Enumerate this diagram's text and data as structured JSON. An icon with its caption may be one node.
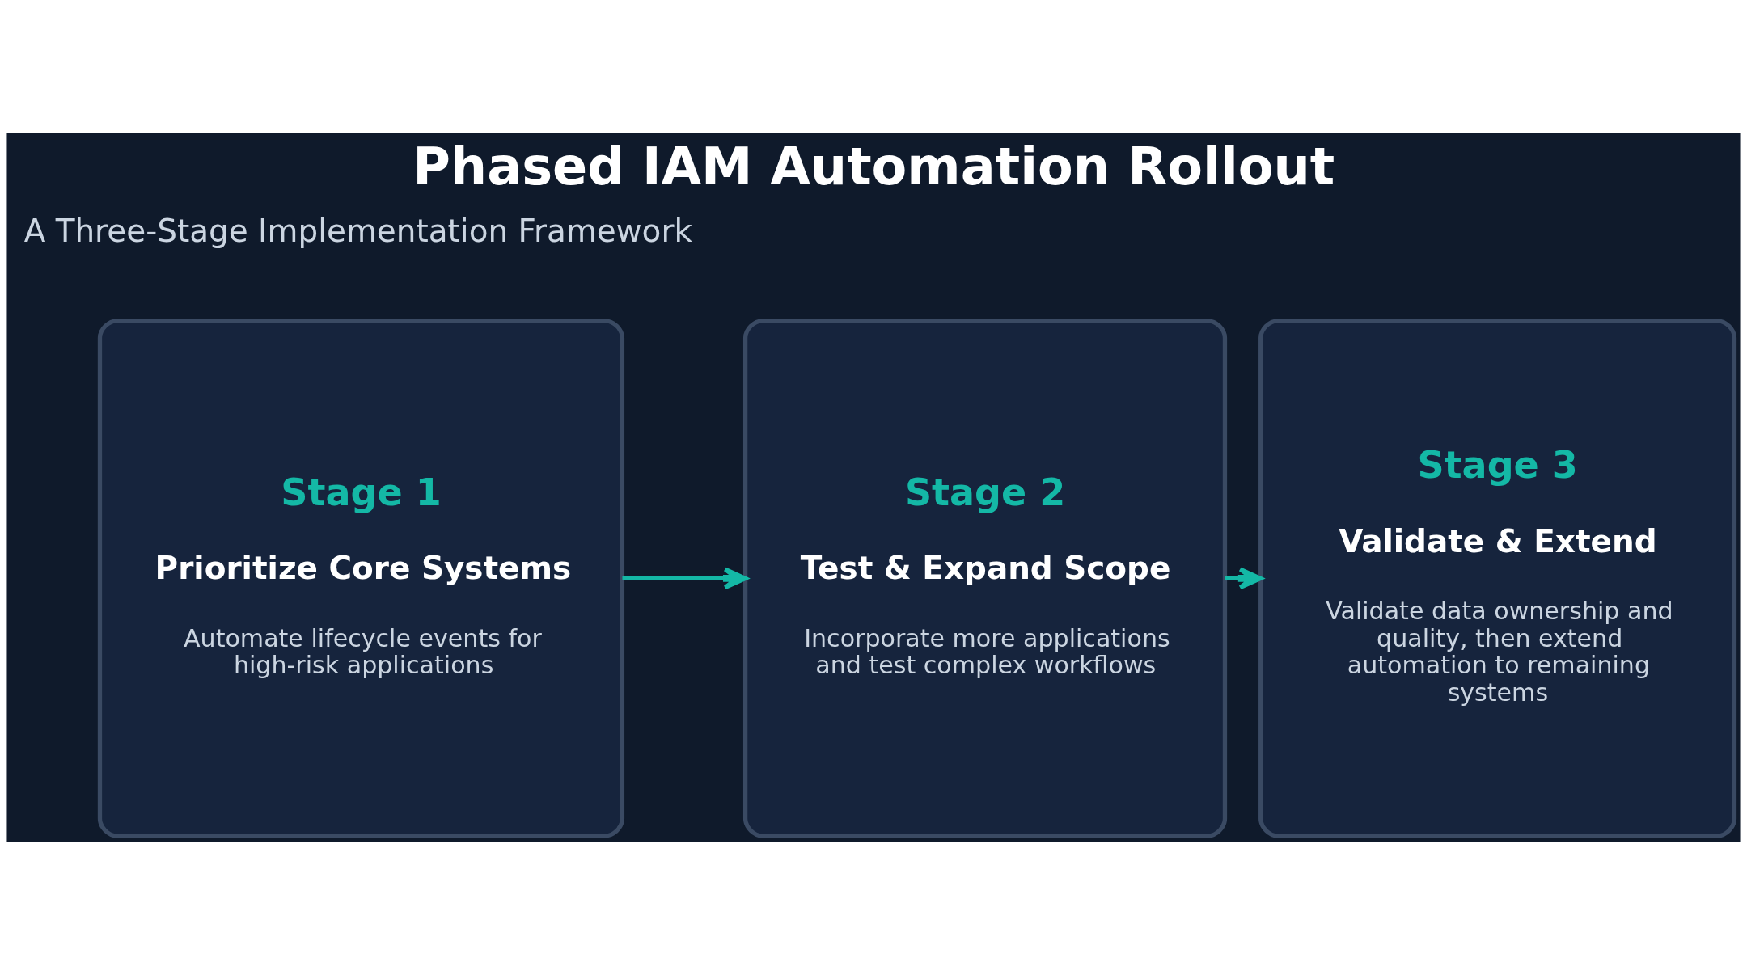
{
  "diagram": {
    "title": "Phased IAM Automation Rollout",
    "nodes": [
      {
        "text": [
          "Stage 1",
          "Prioritize Core Systems",
          "Automate lifecycle events for high-risk applications"
        ]
      },
      {
        "text": [
          "Stage 2",
          "Test & Expand Scope",
          "Incorporate more applications and test complex workflows"
        ]
      },
      {
        "text": [
          "Stage 3",
          "Validate & Extend",
          "Validate data ownership and quality, then extend automation to remaining systems"
        ]
      }
    ],
    "edges": [
      {
        "from": 0,
        "to": 1,
        "arrow": "to"
      },
      {
        "from": 1,
        "to": 2,
        "arrow": "to"
      }
    ],
    "labels": [
      "A Three-Stage Implementation Framework"
    ]
  }
}
